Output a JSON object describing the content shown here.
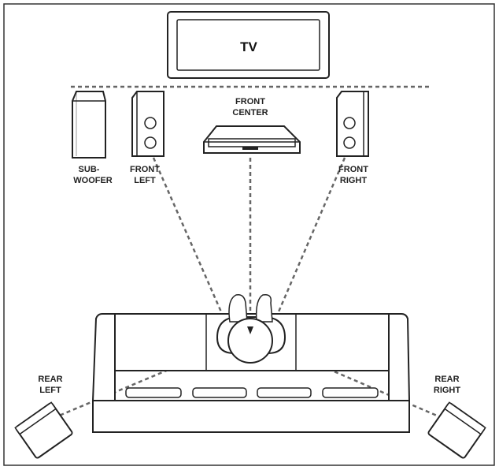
{
  "tv": {
    "label": "TV"
  },
  "speakers": {
    "subwoofer": {
      "label_line1": "SUB-",
      "label_line2": "WOOFER"
    },
    "front_left": {
      "label_line1": "FRONT",
      "label_line2": "LEFT"
    },
    "front_center": {
      "label_line1": "FRONT",
      "label_line2": "CENTER"
    },
    "front_right": {
      "label_line1": "FRONT",
      "label_line2": "RIGHT"
    },
    "rear_left": {
      "label_line1": "REAR",
      "label_line2": "LEFT"
    },
    "rear_right": {
      "label_line1": "REAR",
      "label_line2": "RIGHT"
    }
  },
  "colors": {
    "line": "#222222",
    "dashed_line": "#666666",
    "background": "#ffffff"
  }
}
